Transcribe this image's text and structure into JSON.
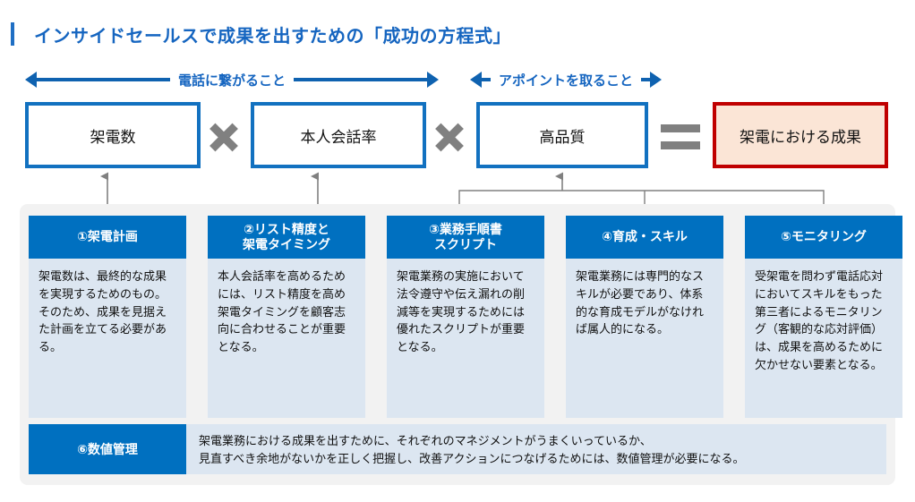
{
  "title": {
    "text": "インサイドセールスで成果を出すための「成功の方程式」",
    "accent_color": "#1565C0"
  },
  "span_arrows": [
    {
      "label": "電話に繋がること"
    },
    {
      "label": "アポイントを取ること"
    }
  ],
  "equation": {
    "boxes": [
      {
        "label": "架電数",
        "border_color": "#1271C0",
        "fill": "#FFFFFF"
      },
      {
        "label": "本人会話率",
        "border_color": "#1271C0",
        "fill": "#FFFFFF"
      },
      {
        "label": "高品質",
        "border_color": "#1271C0",
        "fill": "#FFFFFF"
      },
      {
        "label": "架電における成果",
        "border_color": "#C00000",
        "fill": "#FBE5D6"
      }
    ],
    "operators": [
      {
        "name": "multiply",
        "glyph": "×"
      },
      {
        "name": "multiply",
        "glyph": "×"
      },
      {
        "name": "equals",
        "glyph": "="
      }
    ],
    "operator_color": "#808080"
  },
  "columns": [
    {
      "head": "①架電計画",
      "paragraphs": [
        "架電数は、最終的な成果を実現するためのもの。",
        "そのため、成果を見据えた計画を立てる必要がある。"
      ]
    },
    {
      "head_line1": "②リスト精度と",
      "head_line2": "架電タイミング",
      "paragraphs": [
        "本人会話率を高めるためには、リスト精度を高め架電タイミングを顧客志向に合わせることが重要となる。"
      ]
    },
    {
      "head_line1": "③業務手順書",
      "head_line2": "スクリプト",
      "paragraphs": [
        "架電業務の実施において法令遵守や伝え漏れの削減等を実現するためには優れたスクリプトが重要となる。"
      ]
    },
    {
      "head": "④育成・スキル",
      "paragraphs": [
        "架電業務には専門的なスキルが必要であり、体系的な育成モデルがなければ属人的になる。"
      ]
    },
    {
      "head": "⑤モニタリング",
      "paragraphs": [
        "受架電を問わず電話応対においてスキルをもった第三者によるモニタリング（客観的な応対評価）は、成果を高めるために欠かせない要素となる。"
      ]
    }
  ],
  "bottom": {
    "label": "⑥数値管理",
    "line1": "架電業務における成果を出すために、それぞれのマネジメントがうまくいっているか、",
    "line2": "見直すべき余地がないかを正しく把握し、改善アクションにつなげるためには、数値管理が必要になる。"
  },
  "theme": {
    "header_blue": "#0070C0",
    "body_blue": "#DCE6F1",
    "panel_gray": "#F2F2F2",
    "arrow_blue": "#0F62B0",
    "connector_gray": "#808080"
  }
}
